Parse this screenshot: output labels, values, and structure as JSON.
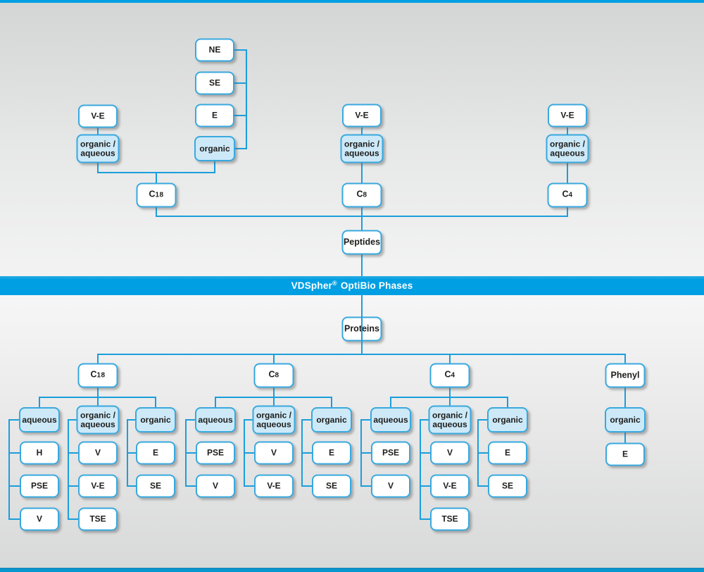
{
  "banner": {
    "brand": "VDSpher",
    "reg": "®",
    "title": "OptiBio Phases"
  },
  "colors": {
    "accent_blue": "#009FE3",
    "connector_blue": "#1B9EDC",
    "box_border_blue": "#38A9DF",
    "highlight_fill_blue": "#CDE9F8",
    "bottom_bar_blue": "#0995CE",
    "text": "#1D1D1B"
  },
  "peptides": {
    "root_label": "Peptides",
    "c18": {
      "name_prefix": "C",
      "name_num": "18",
      "ve": "V-E",
      "org_aq_1": "organic /",
      "org_aq_2": "aqueous",
      "organic": "organic",
      "stack": {
        "ne": "NE",
        "se": "SE",
        "e": "E"
      }
    },
    "c8": {
      "name_prefix": "C",
      "name_num": "8",
      "ve": "V-E",
      "org_aq_1": "organic /",
      "org_aq_2": "aqueous"
    },
    "c4": {
      "name_prefix": "C",
      "name_num": "4",
      "ve": "V-E",
      "org_aq_1": "organic /",
      "org_aq_2": "aqueous"
    }
  },
  "proteins": {
    "root_label": "Proteins",
    "c18": {
      "name_prefix": "C",
      "name_num": "18",
      "aqueous": {
        "label": "aqueous",
        "items": [
          "H",
          "PSE",
          "V"
        ]
      },
      "org_aq": {
        "label_1": "organic /",
        "label_2": "aqueous",
        "items": [
          "V",
          "V-E",
          "TSE"
        ]
      },
      "organic": {
        "label": "organic",
        "items": [
          "E",
          "SE"
        ]
      }
    },
    "c8": {
      "name_prefix": "C",
      "name_num": "8",
      "aqueous": {
        "label": "aqueous",
        "items": [
          "PSE",
          "V"
        ]
      },
      "org_aq": {
        "label_1": "organic /",
        "label_2": "aqueous",
        "items": [
          "V",
          "V-E"
        ]
      },
      "organic": {
        "label": "organic",
        "items": [
          "E",
          "SE"
        ]
      }
    },
    "c4": {
      "name_prefix": "C",
      "name_num": "4",
      "aqueous": {
        "label": "aqueous",
        "items": [
          "PSE",
          "V"
        ]
      },
      "org_aq": {
        "label_1": "organic /",
        "label_2": "aqueous",
        "items": [
          "V",
          "V-E",
          "TSE"
        ]
      },
      "organic": {
        "label": "organic",
        "items": [
          "E",
          "SE"
        ]
      }
    },
    "phenyl": {
      "label": "Phenyl",
      "organic": {
        "label": "organic",
        "items": [
          "E"
        ]
      }
    }
  }
}
